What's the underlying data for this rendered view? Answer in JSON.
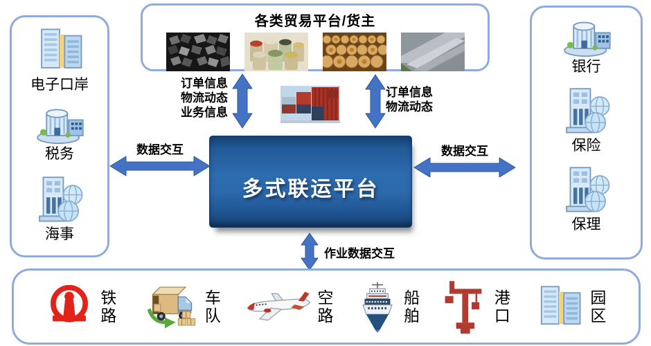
{
  "top_panel": {
    "title": "各类贸易平台/货主",
    "photos": [
      "coal-photo",
      "grain-sacks-photo",
      "timber-logs-photo",
      "steel-sheets-photo"
    ]
  },
  "left_panel": {
    "items": [
      {
        "label": "电子口岸",
        "icon": "twin-buildings-icon"
      },
      {
        "label": "税务",
        "icon": "rotunda-building-icon"
      },
      {
        "label": "海事",
        "icon": "building-globes-icon"
      }
    ]
  },
  "right_panel": {
    "items": [
      {
        "label": "银行",
        "icon": "rotunda-building-icon"
      },
      {
        "label": "保险",
        "icon": "building-globes-icon"
      },
      {
        "label": "保理",
        "icon": "building-globes-icon"
      }
    ]
  },
  "center": {
    "title": "多式联运平台",
    "photo": "containers-photo"
  },
  "arrows": {
    "left_vertical": {
      "line1": "订单信息",
      "line2": "物流动态",
      "line3": "业务信息"
    },
    "right_vertical": {
      "line1": "订单信息",
      "line2": "物流动态"
    },
    "left_horizontal_label": "数据交互",
    "right_horizontal_label": "数据交互",
    "bottom_vertical_label": "作业数据交互"
  },
  "bottom_panel": {
    "items": [
      {
        "label": "铁路",
        "icon": "railway-logo-icon"
      },
      {
        "label": "车队",
        "icon": "truck-icon"
      },
      {
        "label": "空路",
        "icon": "airplane-icon"
      },
      {
        "label": "船舶",
        "icon": "ship-icon"
      },
      {
        "label": "港口",
        "icon": "crane-icon"
      },
      {
        "label": "园区",
        "icon": "twin-buildings-icon"
      }
    ]
  },
  "colors": {
    "arrow": "#4472C4",
    "arrow_edge": "#2F5597",
    "panel_border": "#8FAADC",
    "platform_top": "#16416F",
    "platform_mid": "#2D6CB0",
    "platform_bottom": "#143A66",
    "railway_red": "#E2231A",
    "crane_red": "#B23A2E"
  }
}
